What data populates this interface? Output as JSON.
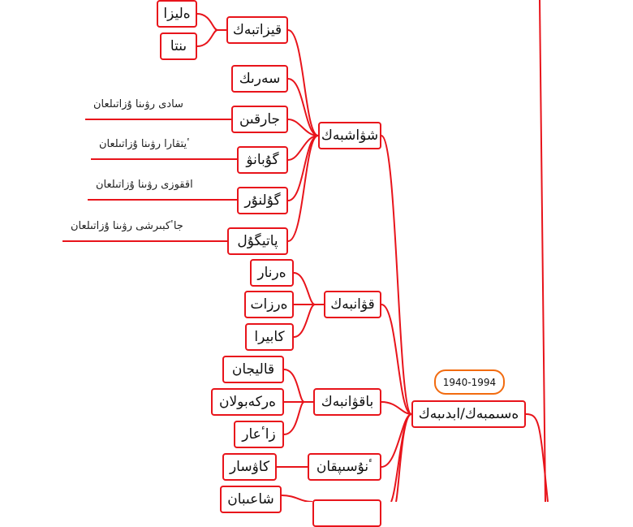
{
  "root": {
    "name": "ەسىمبەك/ابدىبەك",
    "years": "1940-1994"
  },
  "children": [
    {
      "name": "شۋاشبەك",
      "children": [
        {
          "name": "قيزاتبەك",
          "children": [
            "ەليزا",
            "ىنتا"
          ]
        },
        {
          "name": "سەرىك",
          "note": ""
        },
        {
          "name": "جارقىن",
          "note": "سادى رۋىنا ۇزاتىلعان"
        },
        {
          "name": "گۇبانۋ",
          "note": "ٴيتقارا رۋىنا ۇزاتىلعان"
        },
        {
          "name": "گۇلنۇر",
          "note": "اققوزى رۋىنا ۇزاتىلعان"
        },
        {
          "name": "پاتيگۇل",
          "note": "جاٴكبىرشى رۋىنا ۇزاتىلعان"
        }
      ]
    },
    {
      "name": "قۋانبەك",
      "children": [
        "ەرنار",
        "ەرزات",
        "كابيرا"
      ]
    },
    {
      "name": "باقۋانبەك",
      "children": [
        "قاليجان",
        "ەركەبولان",
        "زاٴعار"
      ]
    },
    {
      "name": "ٴنۇسىپقان",
      "children": [
        "كاۋسار"
      ]
    },
    {
      "name": "",
      "children": [
        "شاعىبان"
      ]
    }
  ],
  "colors": {
    "link": "#e8141b",
    "callout": "#f26b0f"
  }
}
